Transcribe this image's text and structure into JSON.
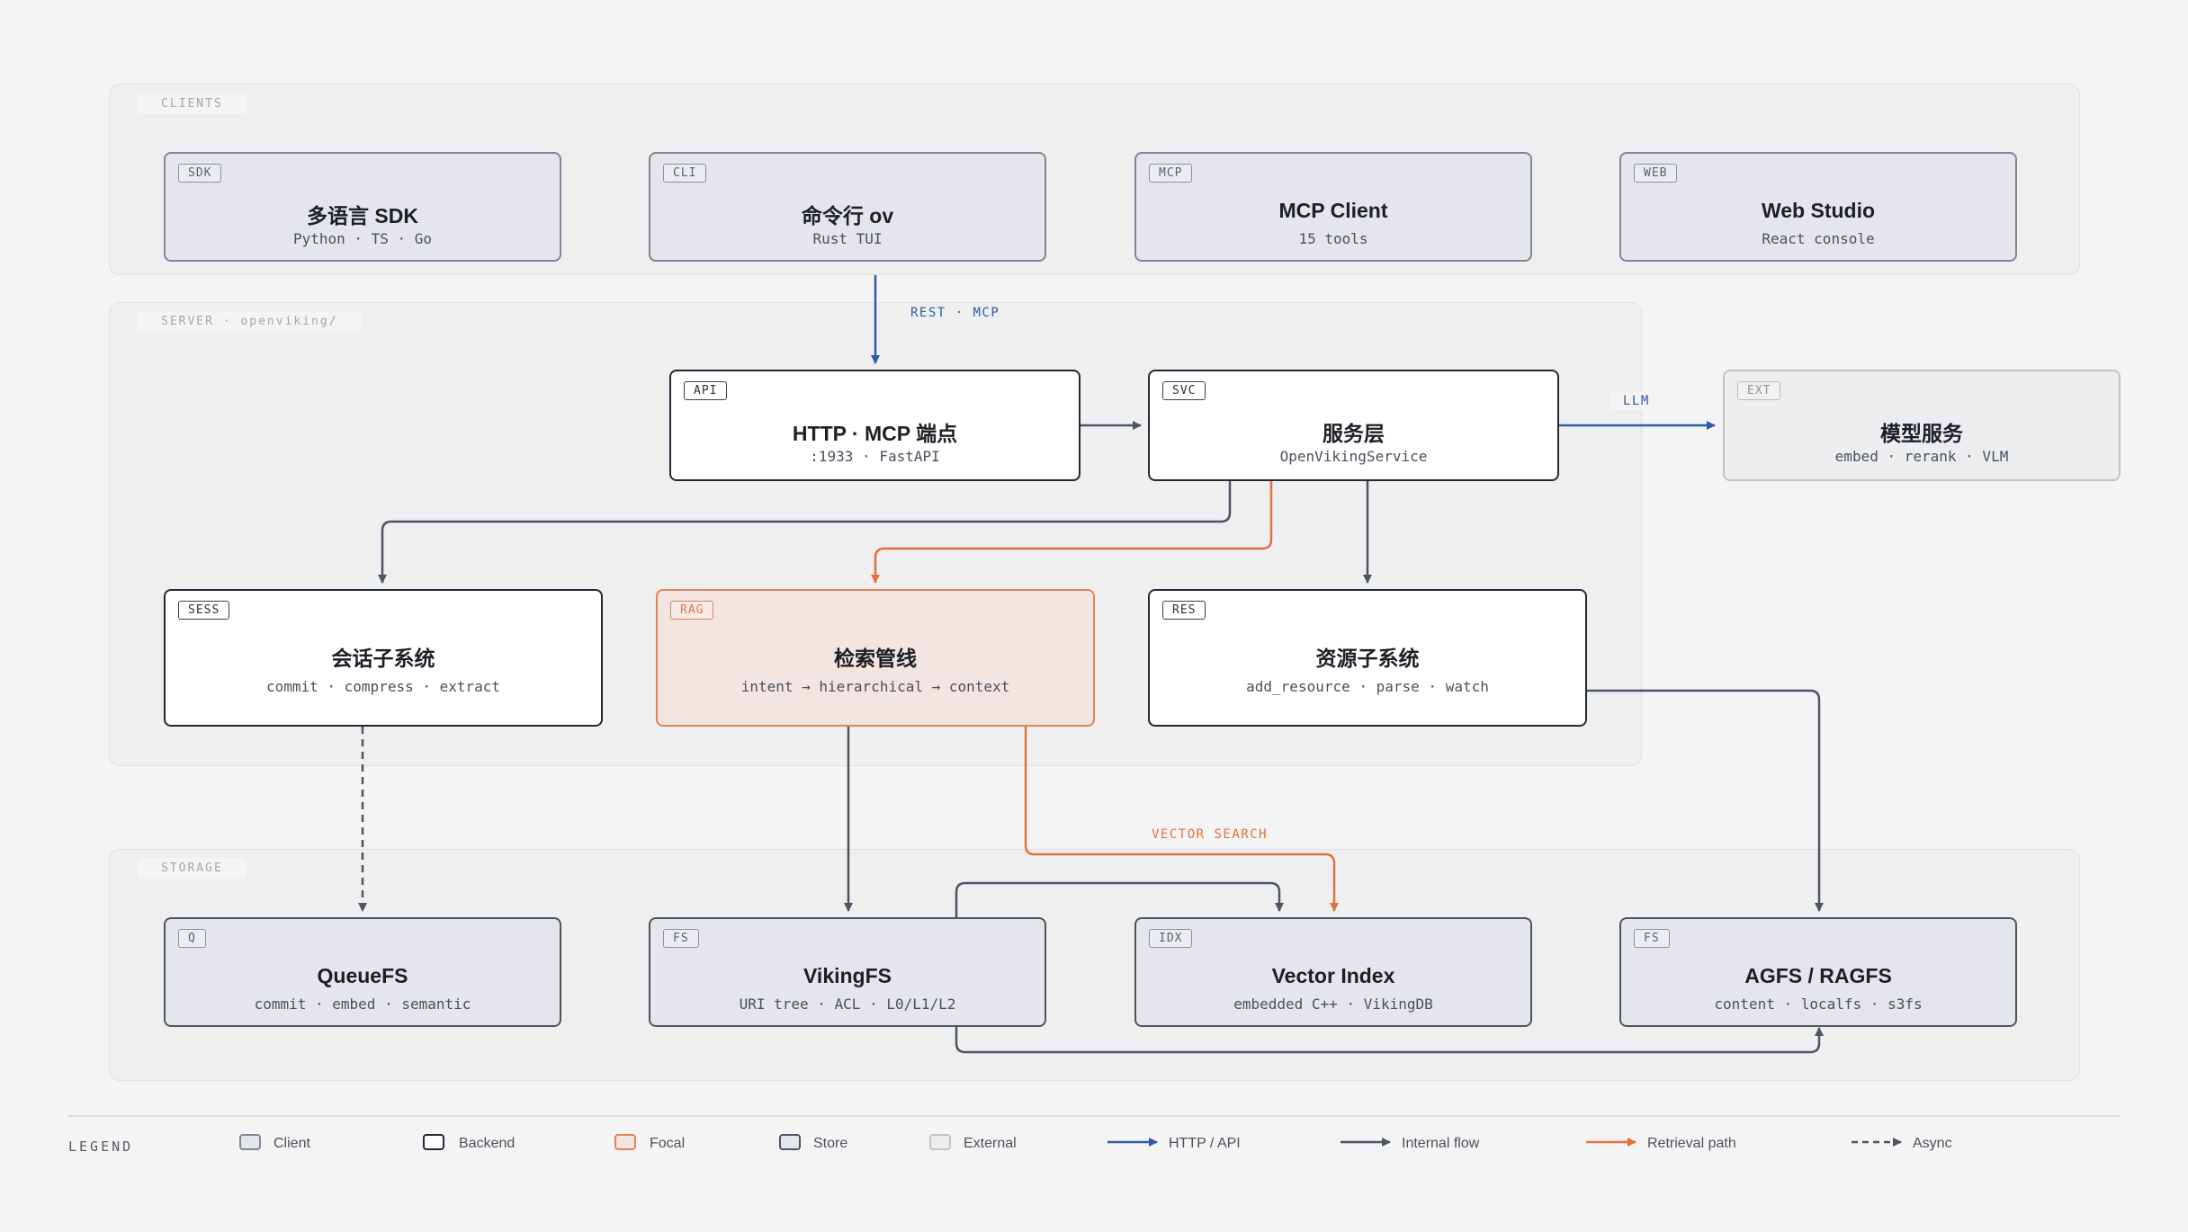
{
  "regions": {
    "clients": "CLIENTS",
    "server": "SERVER · openviking/",
    "storage": "STORAGE"
  },
  "nodes": {
    "sdk": {
      "tag": "SDK",
      "title": "多语言 SDK",
      "sub": "Python · TS · Go"
    },
    "cli": {
      "tag": "CLI",
      "title": "命令行 ov",
      "sub": "Rust TUI"
    },
    "mcp": {
      "tag": "MCP",
      "title": "MCP Client",
      "sub": "15 tools"
    },
    "web": {
      "tag": "WEB",
      "title": "Web Studio",
      "sub": "React console"
    },
    "api": {
      "tag": "API",
      "title": "HTTP · MCP 端点",
      "sub": ":1933 · FastAPI"
    },
    "svc": {
      "tag": "SVC",
      "title": "服务层",
      "sub": "OpenVikingService"
    },
    "ext": {
      "tag": "EXT",
      "title": "模型服务",
      "sub": "embed · rerank · VLM"
    },
    "sess": {
      "tag": "SESS",
      "title": "会话子系统",
      "sub": "commit · compress · extract"
    },
    "rag": {
      "tag": "RAG",
      "title": "检索管线",
      "sub": "intent → hierarchical → context"
    },
    "res": {
      "tag": "RES",
      "title": "资源子系统",
      "sub": "add_resource · parse · watch"
    },
    "queuefs": {
      "tag": "Q",
      "title": "QueueFS",
      "sub": "commit · embed · semantic"
    },
    "vikingfs": {
      "tag": "FS",
      "title": "VikingFS",
      "sub": "URI tree · ACL · L0/L1/L2"
    },
    "vector": {
      "tag": "IDX",
      "title": "Vector Index",
      "sub": "embedded C++ · VikingDB"
    },
    "agfs": {
      "tag": "FS",
      "title": "AGFS / RAGFS",
      "sub": "content · localfs · s3fs"
    }
  },
  "edge_labels": {
    "rest_mcp": "REST · MCP",
    "llm": "LLM",
    "vector_search": "VECTOR SEARCH"
  },
  "legend": {
    "title": "LEGEND",
    "client": "Client",
    "backend": "Backend",
    "focal": "Focal",
    "store": "Store",
    "external": "External",
    "http_api": "HTTP / API",
    "internal_flow": "Internal flow",
    "retrieval_path": "Retrieval path",
    "async": "Async"
  },
  "colors": {
    "http": "#2f5aa8",
    "internal": "#4b5563",
    "retrieval": "#e4703e"
  }
}
